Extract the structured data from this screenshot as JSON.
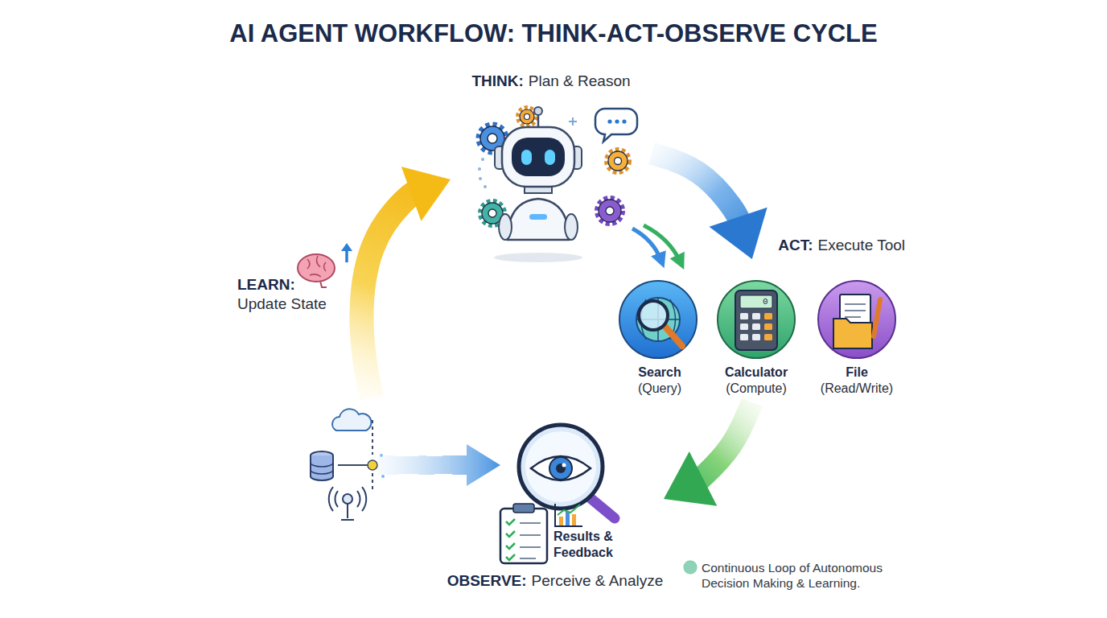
{
  "diagram": {
    "title": "AI AGENT WORKFLOW: THINK-ACT-OBSERVE CYCLE",
    "nodes": [
      {
        "text": [
          "THINK:",
          "Plan & Reason"
        ]
      },
      {
        "text": [
          "LEARN:",
          "Update State"
        ]
      },
      {
        "text": [
          "ACT:",
          "Execute Tool"
        ]
      },
      {
        "text": [
          "Search",
          "(Query)"
        ],
        "in": 2
      },
      {
        "text": [
          "Calculator",
          "(Compute)"
        ],
        "in": 2
      },
      {
        "text": [
          "File",
          "(Read/Write)"
        ],
        "in": 2
      },
      {
        "text": [
          "OBSERVE:",
          "Perceive & Analyze"
        ]
      },
      {
        "text": [
          "Results & Feedback"
        ],
        "in": 6
      }
    ],
    "edges": [
      {
        "from": 0,
        "to": 2,
        "arrow": "to"
      },
      {
        "from": 2,
        "to": 6,
        "arrow": "to"
      },
      {
        "from": 1,
        "to": 0,
        "arrow": "to"
      }
    ],
    "labels": [
      "0"
    ],
    "legend": [
      {
        "text": "Continuous Loop of Autonomous Decision Making & Learning.",
        "color": "#8fd3b6"
      }
    ]
  }
}
